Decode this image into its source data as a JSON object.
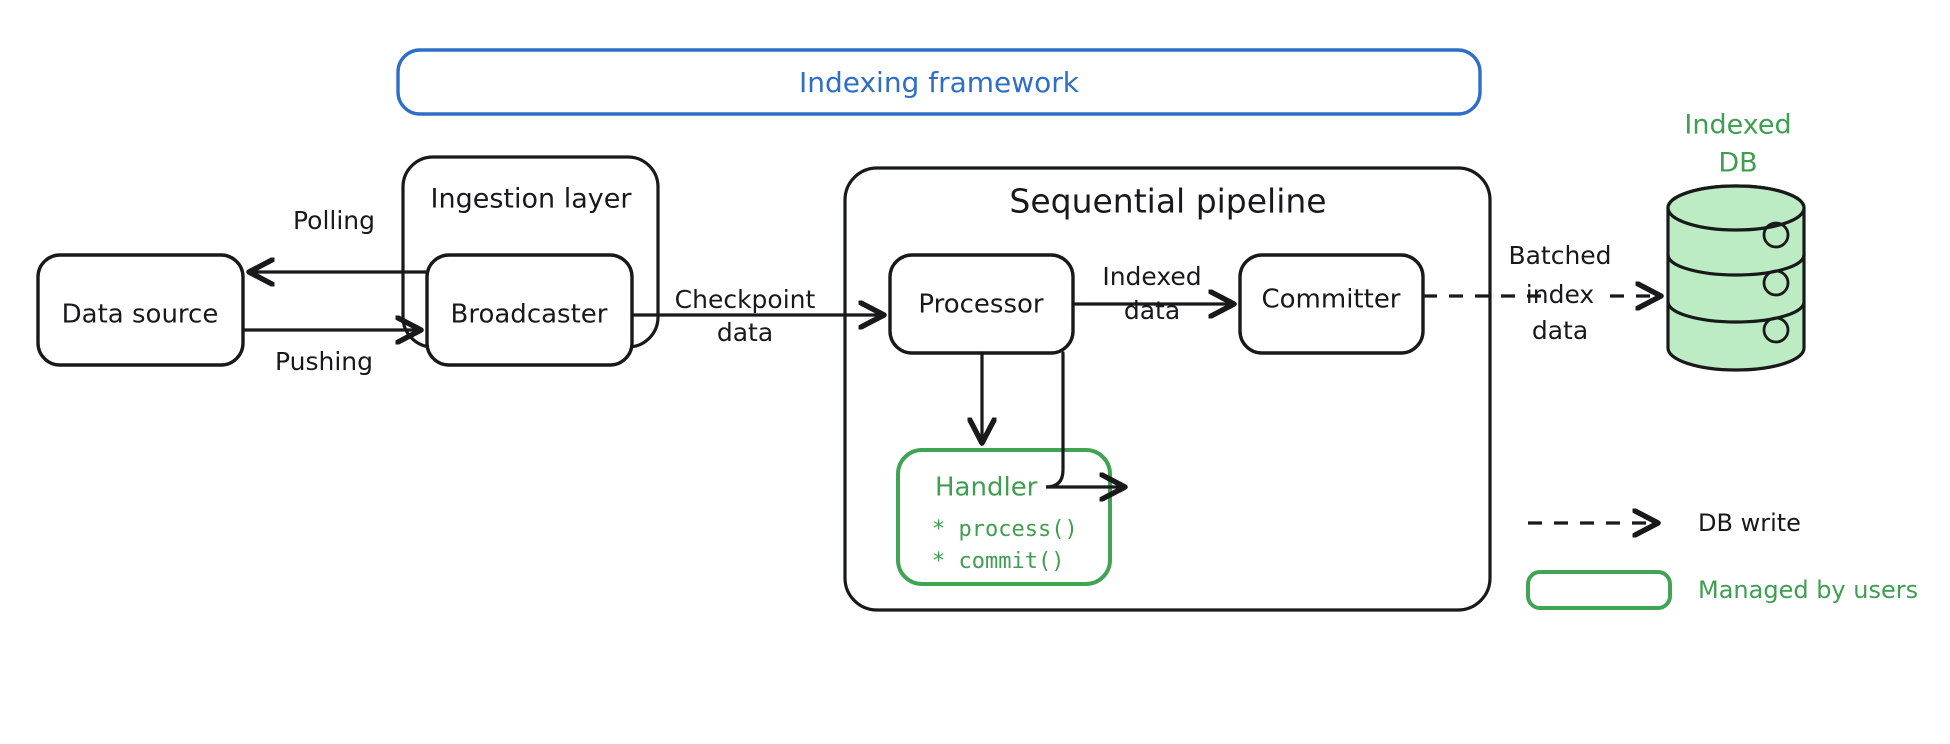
{
  "diagram": {
    "title": "Indexing framework architecture",
    "banner": {
      "label": "Indexing framework",
      "color": "#2f6ec7"
    },
    "colors": {
      "stroke": "#18191a",
      "blue": "#2f6ec7",
      "green": "#43a354",
      "green_text": "#3f9e51",
      "db_fill": "#bdebc4",
      "background": "#ffffff"
    },
    "groups": [
      {
        "id": "ingestion-layer",
        "label": "Ingestion layer",
        "color": "#18191a"
      },
      {
        "id": "sequential-pipeline",
        "label": "Sequential pipeline",
        "color": "#18191a"
      }
    ],
    "nodes": [
      {
        "id": "data-source",
        "label": "Data source",
        "color": "#18191a",
        "shape": "rounded-rect"
      },
      {
        "id": "broadcaster",
        "label": "Broadcaster",
        "color": "#18191a",
        "shape": "rounded-rect"
      },
      {
        "id": "processor",
        "label": "Processor",
        "color": "#18191a",
        "shape": "rounded-rect"
      },
      {
        "id": "committer",
        "label": "Committer",
        "color": "#18191a",
        "shape": "rounded-rect"
      },
      {
        "id": "indexed-db",
        "label": "Indexed DB",
        "label_line1": "Indexed",
        "label_line2": "DB",
        "color": "#3f9e51",
        "shape": "cylinder"
      }
    ],
    "handler": {
      "title": "Handler",
      "methods": [
        "* process()",
        "* commit()"
      ],
      "color": "#43a354"
    },
    "edges": [
      {
        "id": "polling",
        "label": "Polling",
        "from": "broadcaster",
        "to": "data-source",
        "style": "solid"
      },
      {
        "id": "pushing",
        "label": "Pushing",
        "from": "data-source",
        "to": "broadcaster",
        "style": "solid"
      },
      {
        "id": "checkpoint-data",
        "label_line1": "Checkpoint",
        "label_line2": "data",
        "from": "broadcaster",
        "to": "processor",
        "style": "solid"
      },
      {
        "id": "indexed-data",
        "label_line1": "Indexed",
        "label_line2": "data",
        "from": "processor",
        "to": "committer",
        "style": "solid"
      },
      {
        "id": "batched-index-data",
        "label_line1": "Batched",
        "label_line2": "index",
        "label_line3": "data",
        "from": "committer",
        "to": "indexed-db",
        "style": "dashed"
      },
      {
        "id": "processor-to-handler",
        "label": "",
        "from": "processor",
        "to": "handler",
        "style": "solid"
      },
      {
        "id": "committer-to-handler",
        "label": "",
        "from": "committer",
        "to": "handler",
        "style": "solid"
      }
    ],
    "legend": {
      "items": [
        {
          "id": "db-write",
          "label": "DB write",
          "symbol": "dashed-arrow",
          "color": "#18191a"
        },
        {
          "id": "managed-by-users",
          "label": "Managed by users",
          "symbol": "green-rounded-rect",
          "color": "#3f9e51"
        }
      ]
    }
  }
}
